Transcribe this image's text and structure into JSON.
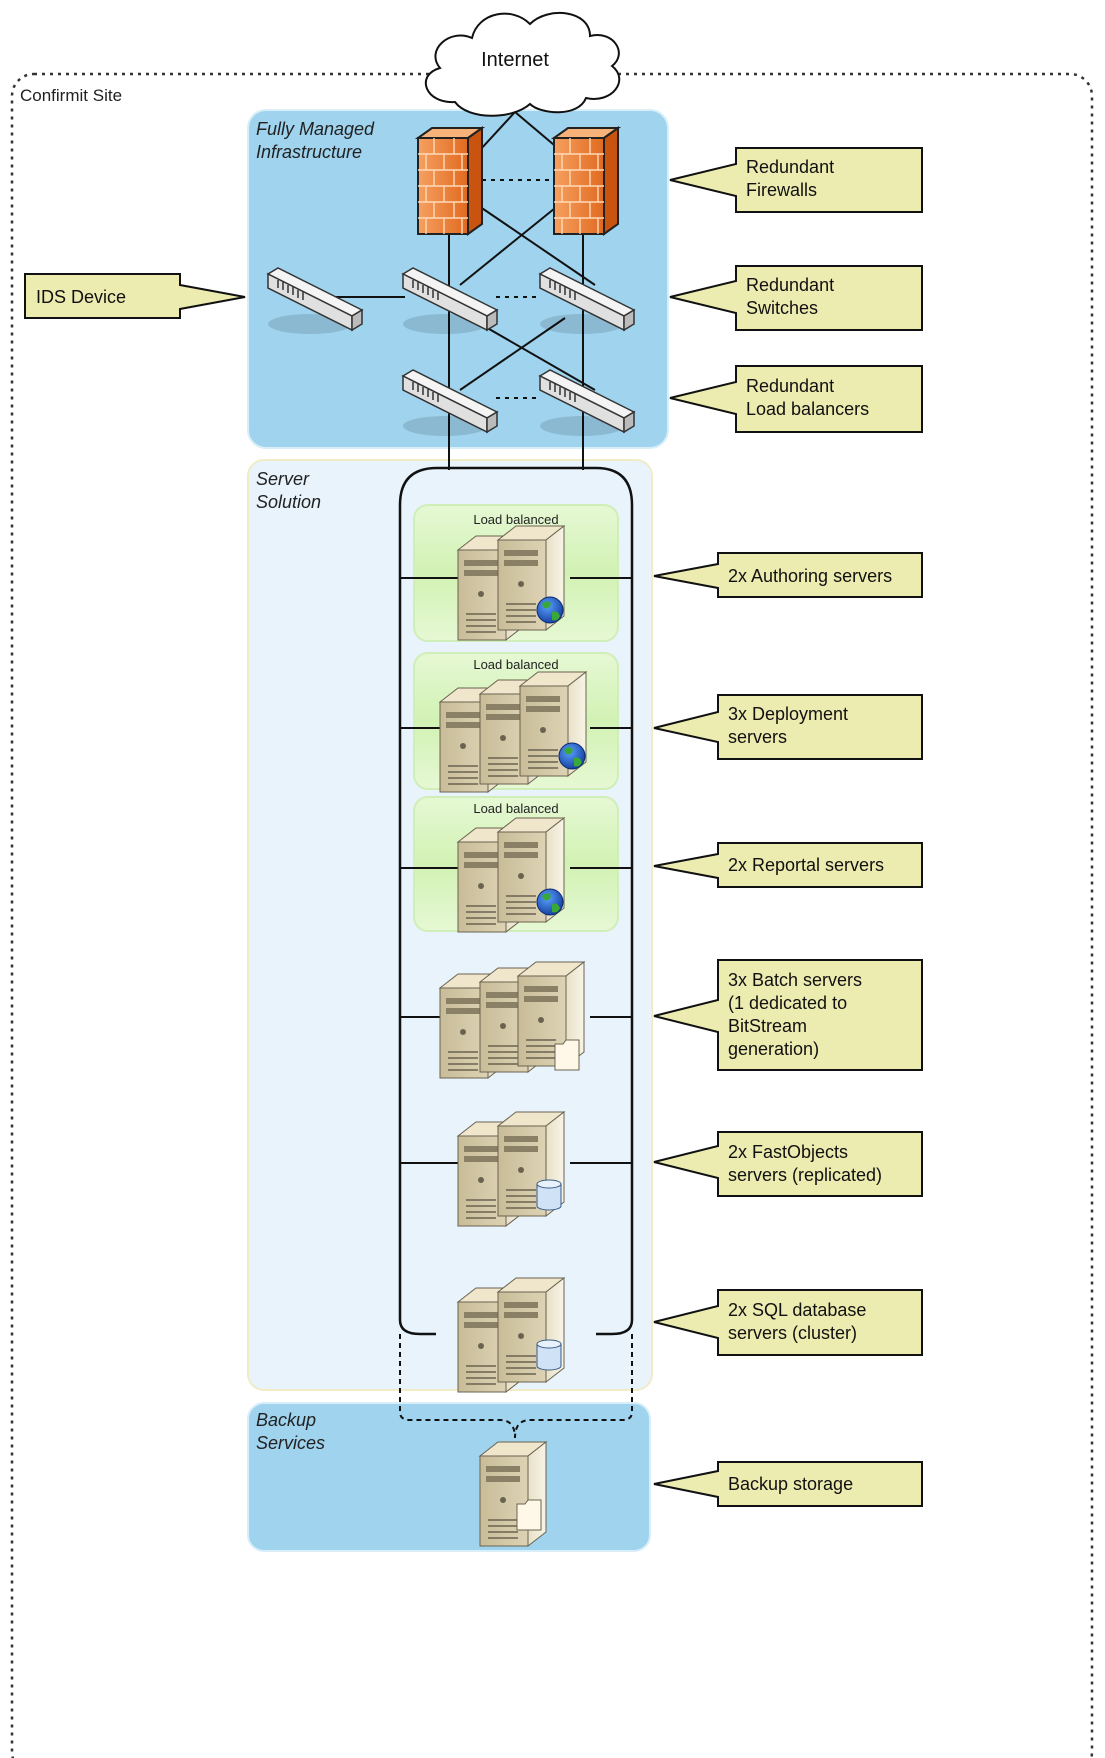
{
  "site_label": "Confirmit Site",
  "internet_label": "Internet",
  "zones": {
    "infrastructure": [
      "Fully Managed",
      "Infrastructure"
    ],
    "server": [
      "Server",
      "Solution"
    ],
    "backup": [
      "Backup",
      "Services"
    ]
  },
  "group_labels": {
    "authoring": "Load balanced",
    "deployment": "Load balanced",
    "reportal": "Load balanced"
  },
  "callouts": {
    "ids": [
      "IDS Device"
    ],
    "firewalls": [
      "Redundant",
      "Firewalls"
    ],
    "switches": [
      "Redundant",
      "Switches"
    ],
    "load_balancers": [
      "Redundant",
      "Load balancers"
    ],
    "authoring": [
      "2x Authoring servers"
    ],
    "deployment": [
      "3x Deployment",
      "servers"
    ],
    "reportal": [
      "2x Reportal servers"
    ],
    "batch": [
      "3x Batch servers",
      "(1 dedicated to",
      "BitStream",
      "generation)"
    ],
    "fastobjects": [
      "2x FastObjects",
      "servers (replicated)"
    ],
    "sql": [
      "2x SQL database",
      "servers (cluster)"
    ],
    "backup": [
      "Backup storage"
    ]
  },
  "colors": {
    "infra_zone": "#9fd3ee",
    "server_zone": "#e8f3fc",
    "backup_zone": "#9fd3ee",
    "callout_fill": "#ecebb0",
    "firewall": "#f08030",
    "lb_group": "#c8f0a8"
  },
  "icons": [
    "cloud-icon",
    "firewall-icon",
    "switch-icon",
    "server-icon",
    "globe-icon",
    "folder-icon",
    "database-icon"
  ]
}
